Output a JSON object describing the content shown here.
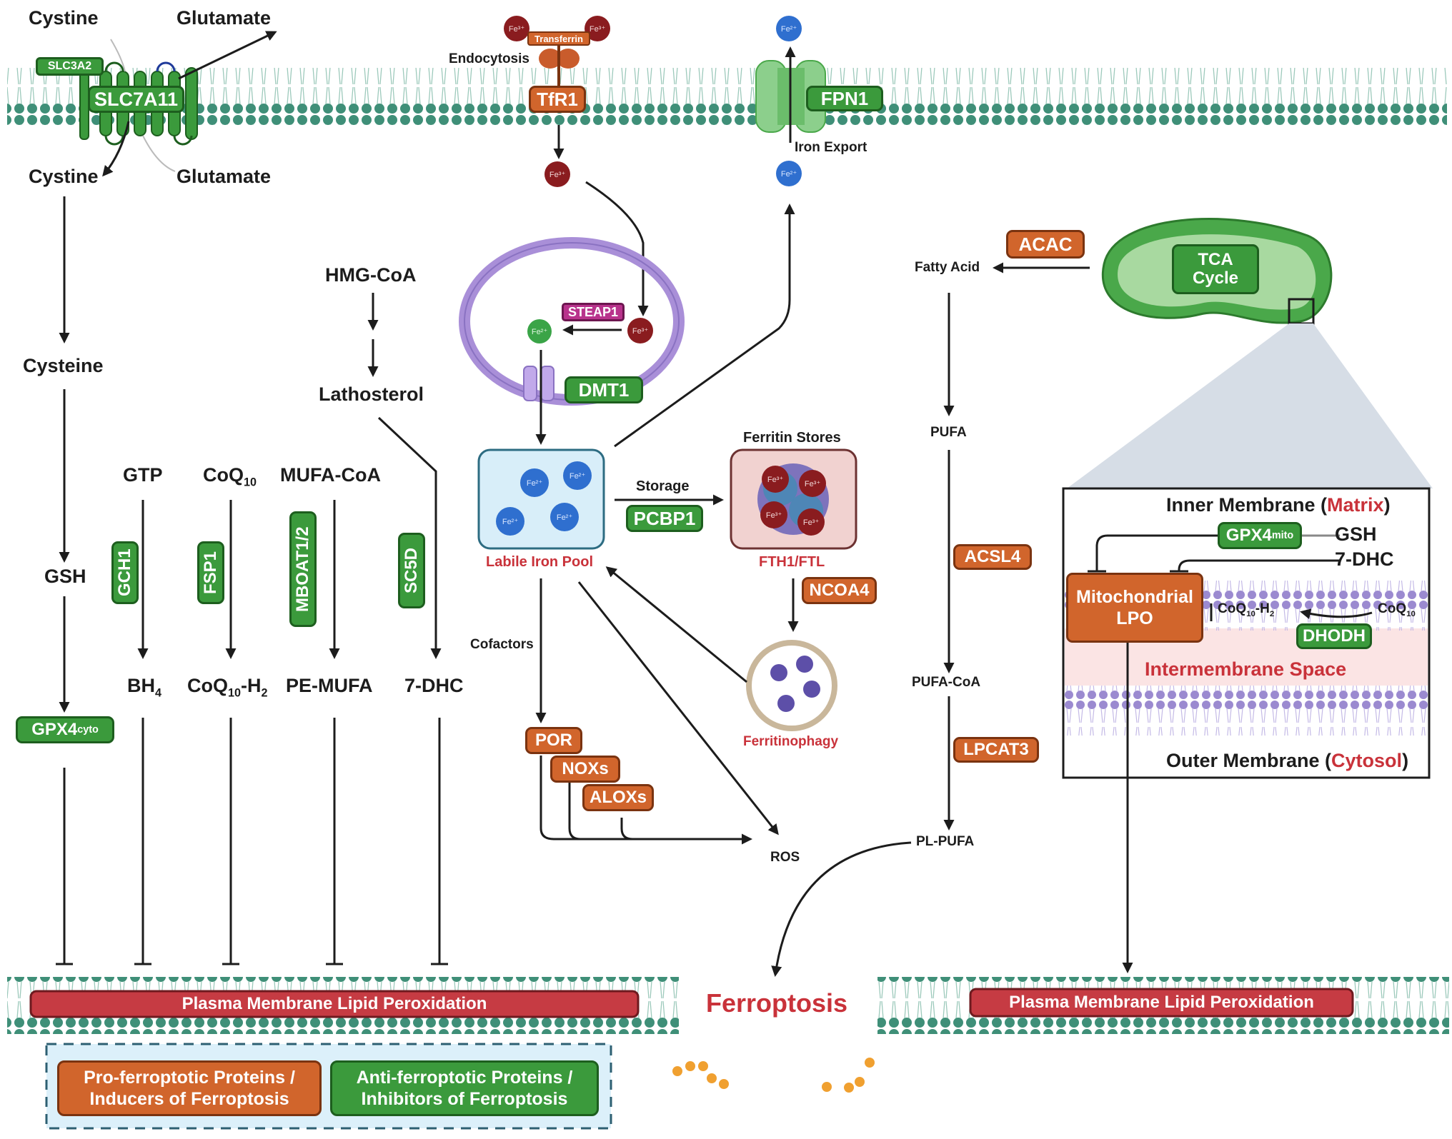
{
  "title": "Ferroptosis regulatory pathways",
  "colors": {
    "pro_ferroptotic": "#d1652c",
    "anti_ferroptotic": "#3b9a3c",
    "membrane_head": "#3f8f78",
    "lipid_peroxidation": "#c63b43",
    "ferroptosis_text": "#c9323a",
    "fe3": "#8a1c1f",
    "fe2_blue": "#2f6fcf",
    "fe2_green": "#3aa447",
    "endosome": "#a98fd8",
    "mitochondria": "#4aa84a"
  },
  "system_xc": {
    "cystine_out": "Cystine",
    "glutamate_out": "Glutamate",
    "cystine_in": "Cystine",
    "glutamate_in": "Glutamate",
    "slc3a2": "SLC3A2",
    "slc7a11": "SLC7A11"
  },
  "gsh_axis": {
    "cysteine": "Cysteine",
    "gsh": "GSH",
    "gpx4": "GPX4",
    "gpx4_sup": "cyto"
  },
  "bh4_axis": {
    "substrate": "GTP",
    "enzyme": "GCH1",
    "product": "BH",
    "product_sub": "4"
  },
  "fsp1_axis": {
    "substrate": "CoQ",
    "substrate_sub": "10",
    "enzyme": "FSP1",
    "product": "CoQ",
    "product_sub": "10",
    "product_suffix": "-H",
    "product_suffix_sub": "2"
  },
  "mboat_axis": {
    "substrate": "MUFA-CoA",
    "enzyme": "MBOAT1/2",
    "product": "PE-MUFA"
  },
  "sterol_axis": {
    "start": "HMG-CoA",
    "middle": "Lathosterol",
    "enzyme": "SC5D",
    "product": "7-DHC"
  },
  "iron_import": {
    "transferrin": "Transferrin",
    "endocytosis": "Endocytosis",
    "tfr1": "TfR1",
    "fe3_label": "Fe³⁺",
    "steap1": "STEAP1",
    "fe2_label": "Fe²⁺",
    "dmt1": "DMT1"
  },
  "iron_export": {
    "fpn1": "FPN1",
    "iron_export": "Iron Export",
    "fe2_label": "Fe²⁺"
  },
  "labile_iron_pool": {
    "label": "Labile Iron Pool",
    "ion_label": "Fe²⁺"
  },
  "storage": {
    "arrow_label": "Storage",
    "pcbp1": "PCBP1",
    "ferritin_title": "Ferritin Stores",
    "ferritin_label": "FTH1/FTL",
    "ion_label": "Fe³⁺"
  },
  "ferritinophagy": {
    "ncoa4": "NCOA4",
    "label": "Ferritinophagy"
  },
  "ros_axis": {
    "cofactors": "Cofactors",
    "por": "POR",
    "noxs": "NOXs",
    "aloxs": "ALOXs",
    "ros": "ROS"
  },
  "pufa_axis": {
    "acac": "ACAC",
    "fatty_acid": "Fatty Acid",
    "pufa": "PUFA",
    "acsl4": "ACSL4",
    "pufa_coa": "PUFA-CoA",
    "lpcat3": "LPCAT3",
    "pl_pufa": "PL-PUFA"
  },
  "mitochondria": {
    "tca": "TCA",
    "cycle": "Cycle",
    "inner_membrane": "Inner Membrane (",
    "matrix": "Matrix",
    "close_paren": ")",
    "gpx4": "GPX4",
    "gpx4_sup": "mito",
    "gsh": "GSH",
    "dhc": "7-DHC",
    "lpo_line1": "Mitochondrial",
    "lpo_line2": "LPO",
    "coq10h2": "CoQ",
    "coq10h2_sub": "10",
    "coq10h2_suffix": "-H",
    "coq10h2_suffix_sub": "2",
    "coq10": "CoQ",
    "coq10_sub": "10",
    "dhodh": "DHODH",
    "intermembrane": "Intermembrane Space",
    "outer_membrane": "Outer Membrane (",
    "cytosol": "Cytosol"
  },
  "outcome": {
    "lipid_peroxidation_left": "Plasma Membrane Lipid Peroxidation",
    "lipid_peroxidation_right": "Plasma Membrane Lipid Peroxidation",
    "ferroptosis": "Ferroptosis"
  },
  "legend": {
    "pro_line1": "Pro-ferroptotic Proteins /",
    "pro_line2": "Inducers of Ferroptosis",
    "anti_line1": "Anti-ferroptotic Proteins /",
    "anti_line2": "Inhibitors of Ferroptosis"
  }
}
